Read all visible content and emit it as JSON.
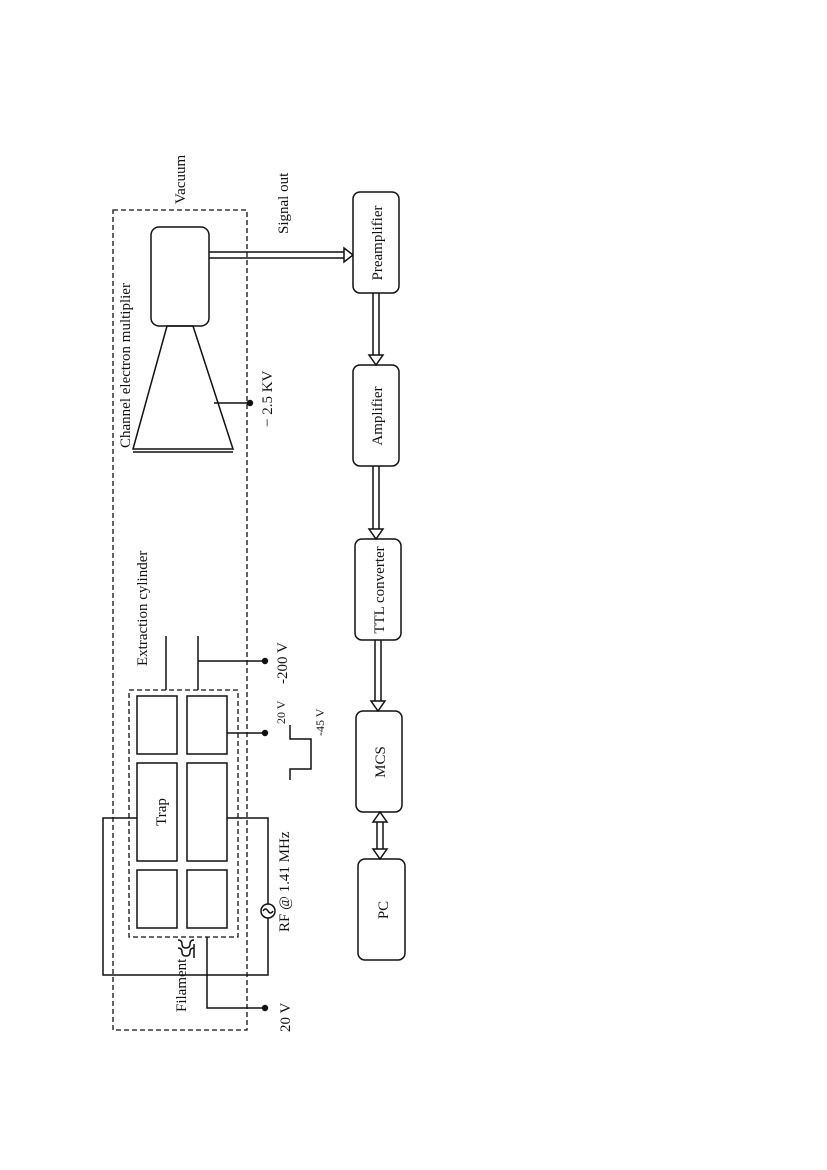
{
  "labels": {
    "vacuum": "Vacuum",
    "signal_out": "Signal out",
    "cem": "Channel electron multiplier",
    "hv": "− 2.5 KV",
    "extraction": "Extraction cylinder",
    "minus200": "-200 V",
    "v20_pulse": "20 V",
    "v45_pulse": "-45 V",
    "trap": "Trap",
    "rf": "RF @ 1.41 MHz",
    "filament": "Filament",
    "v20": "20 V"
  },
  "blocks": {
    "preamplifier": "Preamplifier",
    "amplifier": "Amplifier",
    "ttl": "TTL converter",
    "mcs": "MCS",
    "pc": "PC"
  },
  "icons": {
    "rf_source": "ac-source-icon",
    "filament_coil": "filament-coil-icon"
  }
}
